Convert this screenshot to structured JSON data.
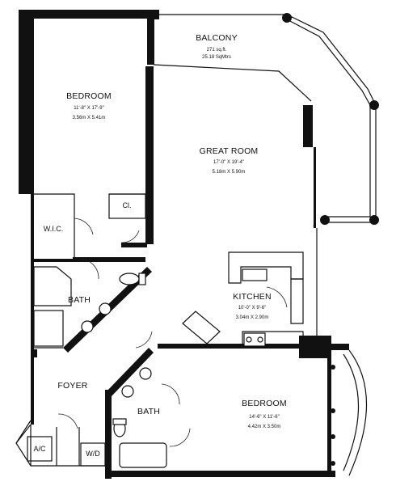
{
  "rooms": {
    "balcony": {
      "name": "BALCONY",
      "area_imperial": "271 sq.ft.",
      "area_metric": "25.18 SqMtrs"
    },
    "bedroom_top": {
      "name": "BEDROOM",
      "dim_imperial": "11'-8\" X 17'-9\"",
      "dim_metric": "3.56m X 5.41m"
    },
    "great_room": {
      "name": "GREAT ROOM",
      "dim_imperial": "17'-0\" X 19'-4\"",
      "dim_metric": "5.18m X 5.90m"
    },
    "kitchen": {
      "name": "KITCHEN",
      "dim_imperial": "10'-0\" X 9'-6\"",
      "dim_metric": "3.04m X 2.90m"
    },
    "bath_left": {
      "name": "BATH"
    },
    "bath_right": {
      "name": "BATH"
    },
    "foyer": {
      "name": "FOYER"
    },
    "bedroom_bottom": {
      "name": "BEDROOM",
      "dim_imperial": "14'-6\" X 11'-6\"",
      "dim_metric": "4.42m X 3.50m"
    },
    "wic": {
      "name": "W.I.C."
    },
    "closet": {
      "name": "Cl."
    },
    "ac": {
      "name": "A/C"
    },
    "wd": {
      "name": "W/D"
    }
  }
}
